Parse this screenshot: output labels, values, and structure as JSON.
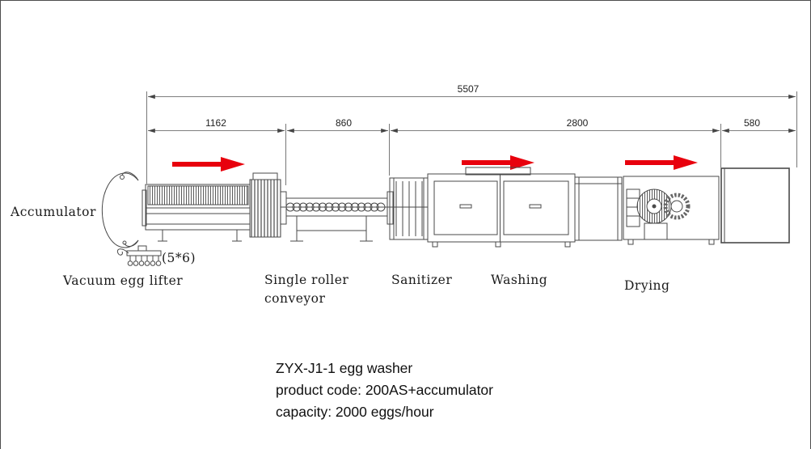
{
  "page": {
    "title": "ZYX-J1-1 egg washer"
  },
  "colors": {
    "arrow_red": "#e8000d",
    "line": "#4a4a4a",
    "text": "#1a1a1a"
  },
  "dimensions": {
    "total": "5507",
    "segments": [
      {
        "label": "1162"
      },
      {
        "label": "860"
      },
      {
        "label": "2800"
      },
      {
        "label": "580"
      }
    ]
  },
  "labels": {
    "accumulator": "Accumulator",
    "egg_grid": "(5*6)",
    "vacuum_egg_lifter": "Vacuum egg lifter",
    "single_roller_line1": "Single roller",
    "single_roller_line2": "conveyor",
    "sanitizer": "Sanitizer",
    "washing": "Washing",
    "drying": "Drying"
  },
  "info": {
    "line1": "ZYX-J1-1 egg washer",
    "line2": "product code: 200AS+accumulator",
    "line3": "capacity: 2000 eggs/hour"
  }
}
